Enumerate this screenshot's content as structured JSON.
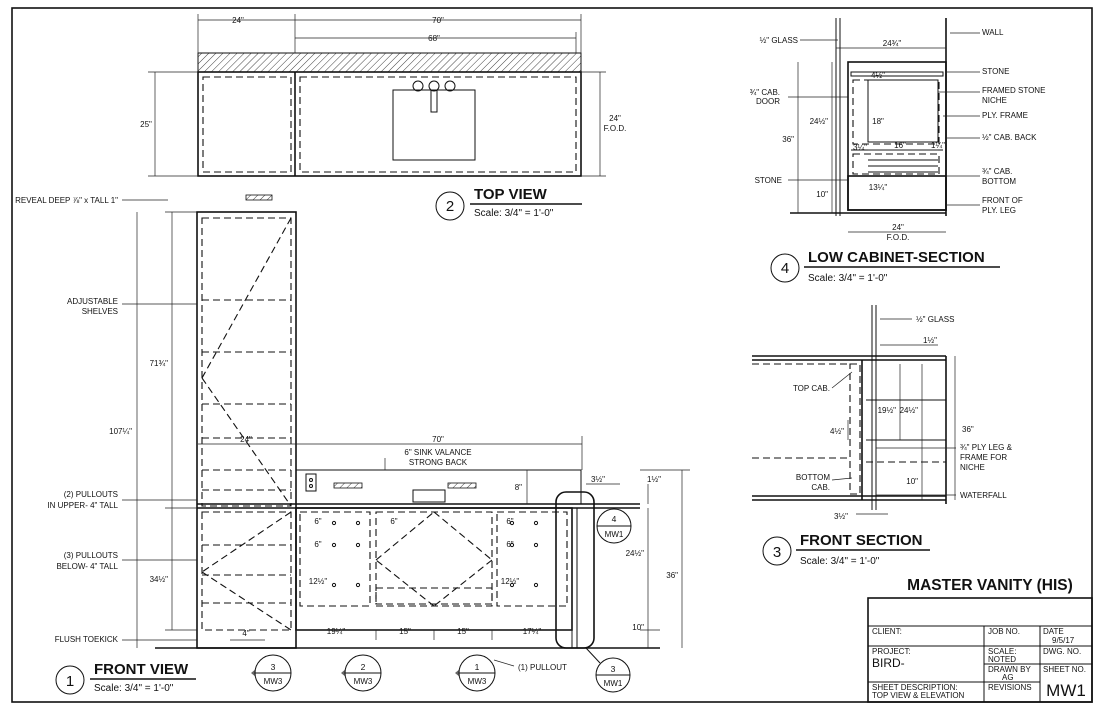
{
  "top_view": {
    "number": "2",
    "title": "TOP VIEW",
    "scale": "Scale: 3/4\" = 1'-0\"",
    "dim_24": "24\"",
    "dim_70": "70\"",
    "dim_68": "68\"",
    "dim_25": "25\"",
    "dim_fod_1": "24\"",
    "dim_fod_2": "F.O.D."
  },
  "front_view": {
    "number": "1",
    "title": "FRONT VIEW",
    "scale": "Scale: 3/4\" = 1'-0\"",
    "reveal": "REVEAL DEEP ⅞\" x TALL 1\"",
    "adj_1": "ADJUSTABLE",
    "adj_2": "SHELVES",
    "pullouts_upper_1": "(2) PULLOUTS",
    "pullouts_upper_2": "IN UPPER- 4\" TALL",
    "pullouts_lower_1": "(3) PULLOUTS",
    "pullouts_lower_2": "BELOW- 4\" TALL",
    "toekick": "FLUSH TOEKICK",
    "sink_valance_1": "6\" SINK VALANCE",
    "sink_valance_2": "STRONG BACK",
    "pullout_one": "(1) PULLOUT",
    "d_71": "71¾\"",
    "d_107": "107¼\"",
    "d_34": "34½\"",
    "d_4": "4\"",
    "d_24": "24\"",
    "d_70": "70\"",
    "d_8": "8\"",
    "d_3half": "3½\"",
    "d_1half": "1½\"",
    "d_24half": "24½\"",
    "d_36": "36\"",
    "d_10": "10\"",
    "d_6a": "6\"",
    "d_6b": "6\"",
    "d_6c": "6\"",
    "d_6d": "6\"",
    "d_6e": "6\"",
    "d_12a": "12½\"",
    "d_12b": "12½\"",
    "d_19": "19¼\"",
    "d_15a": "15\"",
    "d_15b": "15\"",
    "d_17": "17¼\""
  },
  "callouts": [
    {
      "num": "3",
      "ref": "MW3"
    },
    {
      "num": "2",
      "ref": "MW3"
    },
    {
      "num": "1",
      "ref": "MW3"
    },
    {
      "num": "3",
      "ref": "MW1"
    },
    {
      "num": "4",
      "ref": "MW1"
    }
  ],
  "low_cabinet": {
    "number": "4",
    "title": "LOW CABINET-SECTION",
    "scale": "Scale: 3/4\" = 1'-0\"",
    "glass": "½\" GLASS",
    "wall": "WALL",
    "stone_top": "STONE",
    "framed_1": "FRAMED STONE",
    "framed_2": "NICHE",
    "ply_frame": "PLY. FRAME",
    "cab_back": "½\" CAB. BACK",
    "cab_bottom_1": "¾\" CAB.",
    "cab_bottom_2": "BOTTOM",
    "front_leg_1": "FRONT OF",
    "front_leg_2": "PLY. LEG",
    "door_1": "¾\" CAB.",
    "door_2": "DOOR",
    "stone_left": "STONE",
    "d_24": "24¾\"",
    "d_4": "4½\"",
    "d_24half": "24½\"",
    "d_36": "36\"",
    "d_18": "18\"",
    "d_16": "16\"",
    "d_1": "1¼\"",
    "d_3": "3¼\"",
    "d_13": "13¼\"",
    "d_10": "10\"",
    "d_fod_1": "24\"",
    "d_fod_2": "F.O.D."
  },
  "front_section": {
    "number": "3",
    "title": "FRONT SECTION",
    "scale": "Scale: 3/4\" = 1'-0\"",
    "glass": "½\" GLASS",
    "top_cab": "TOP CAB.",
    "bottom_1": "BOTTOM",
    "bottom_2": "CAB.",
    "ply_1": "¾\" PLY LEG &",
    "ply_2": "FRAME FOR",
    "ply_3": "NICHE",
    "waterfall": "WATERFALL",
    "d_1half": "1½\"",
    "d_19": "19½\"",
    "d_24": "24½\"",
    "d_36": "36\"",
    "d_4": "4½\"",
    "d_10": "10\"",
    "d_3": "3½\""
  },
  "title_block": {
    "title": "MASTER VANITY (HIS)",
    "client_label": "CLIENT:",
    "job_label": "JOB NO.",
    "date_label": "DATE",
    "date_value": "9/5/17",
    "project_label": "PROJECT:",
    "project_value": "BIRD-",
    "scale_label": "SCALE:",
    "scale_value": "NOTED",
    "dwg_label": "DWG. NO.",
    "drawn_label": "DRAWN BY",
    "drawn_value": "AG",
    "sheet_label": "SHEET NO.",
    "sheet_value": "MW1",
    "desc_label": "SHEET DESCRIPTION:",
    "desc_value": "TOP VIEW & ELEVATION",
    "revisions_label": "REVISIONS"
  }
}
